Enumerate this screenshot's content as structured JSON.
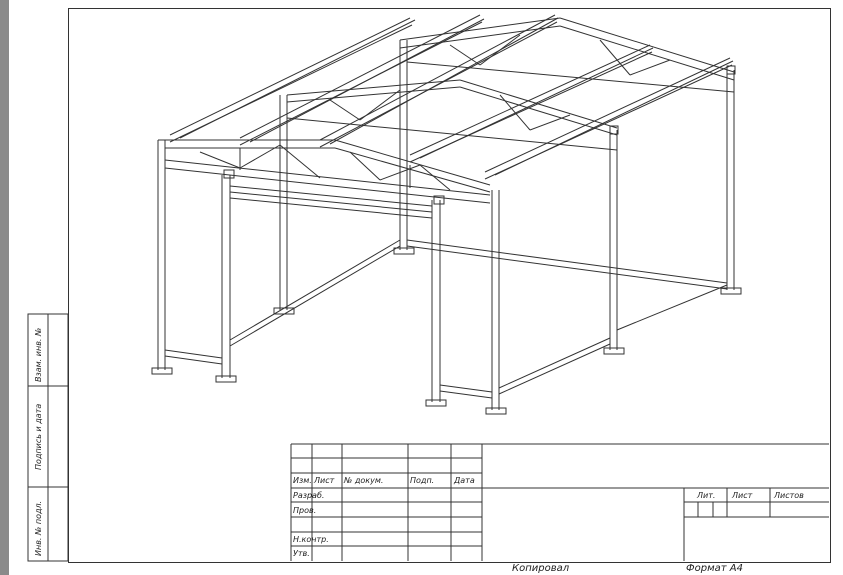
{
  "side_table": {
    "vzam_inv": "Взам. инв. №",
    "podpis_data": "Подпись и дата",
    "inv_podl": "Инв. № подл."
  },
  "title_block": {
    "headers": {
      "izm": "Изм.",
      "list": "Лист",
      "n_dokum": "№ докум.",
      "podp": "Подп.",
      "data": "Дата"
    },
    "rows": {
      "razrab": "Разраб.",
      "prov": "Пров.",
      "n_kontr": "Н.контр.",
      "utv": "Утв."
    },
    "right_headers": {
      "lit": "Лит.",
      "list": "Лист",
      "listov": "Листов"
    }
  },
  "footer": {
    "copied": "Копировал",
    "format": "Формат А4"
  }
}
